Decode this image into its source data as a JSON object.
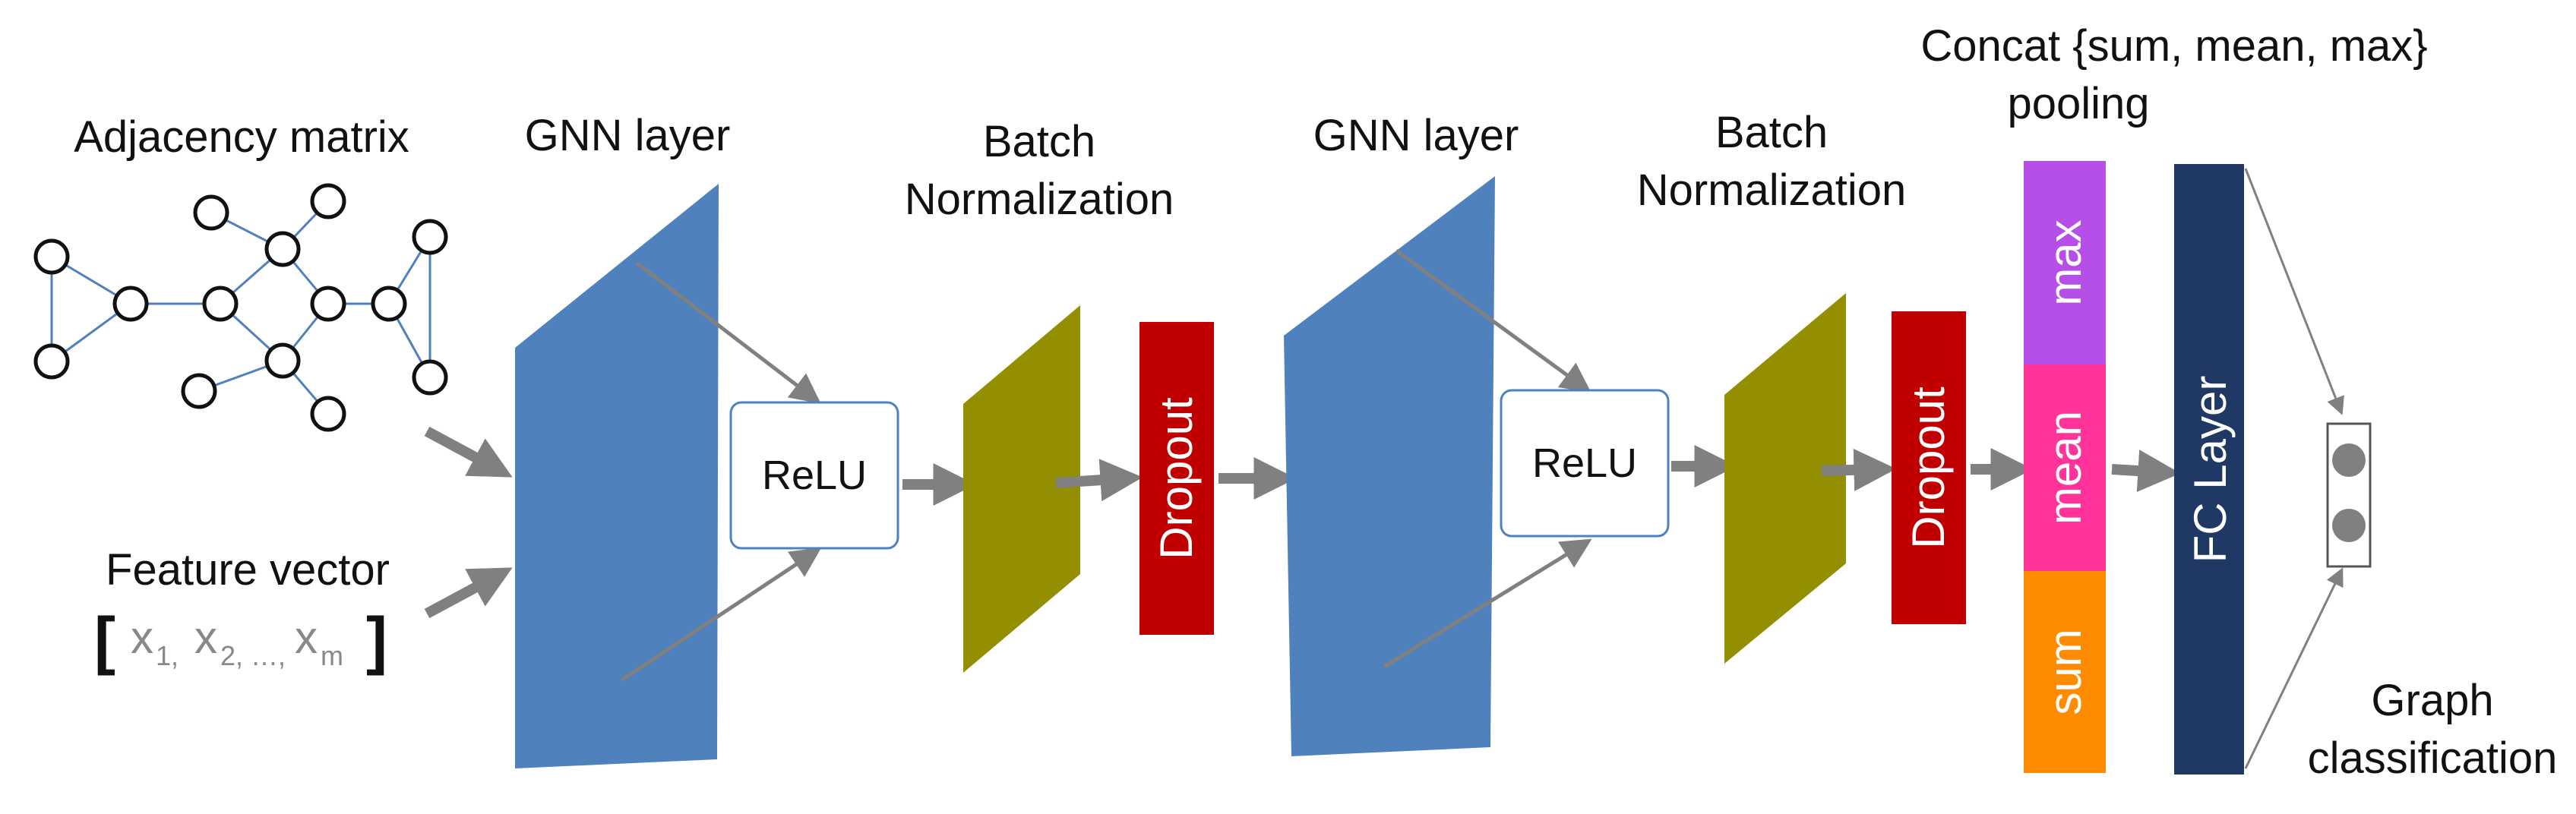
{
  "labels": {
    "adjacency": "Adjacency matrix",
    "feature": "Feature vector",
    "gnn1": "GNN layer",
    "gnn2": "GNN layer",
    "bn1_line1": "Batch",
    "bn1_line2": "Normalization",
    "bn2_line1": "Batch",
    "bn2_line2": "Normalization",
    "concat_line1": "Concat {sum, mean, max}",
    "concat_line2": "pooling",
    "graph_line1": "Graph",
    "graph_line2": "classification"
  },
  "feature_vector": {
    "open": "[",
    "close": "]",
    "x": "x",
    "sub1": "1,",
    "sub2": "2, …,",
    "subm": "m"
  },
  "blocks": {
    "relu1": "ReLU",
    "relu2": "ReLU",
    "dropout1": "Dropout",
    "dropout2": "Dropout",
    "pool_max": "max",
    "pool_mean": "mean",
    "pool_sum": "sum",
    "fc": "FC Layer"
  },
  "colors": {
    "gnn": "#4f81bd",
    "batchnorm": "#938f00",
    "dropout": "#c00000",
    "pool_max": "#b54fe8",
    "pool_mean": "#ff3399",
    "pool_sum": "#ff8c00",
    "fc": "#1f3864",
    "arrow": "#808080",
    "graph_edge": "#4f81bd"
  }
}
